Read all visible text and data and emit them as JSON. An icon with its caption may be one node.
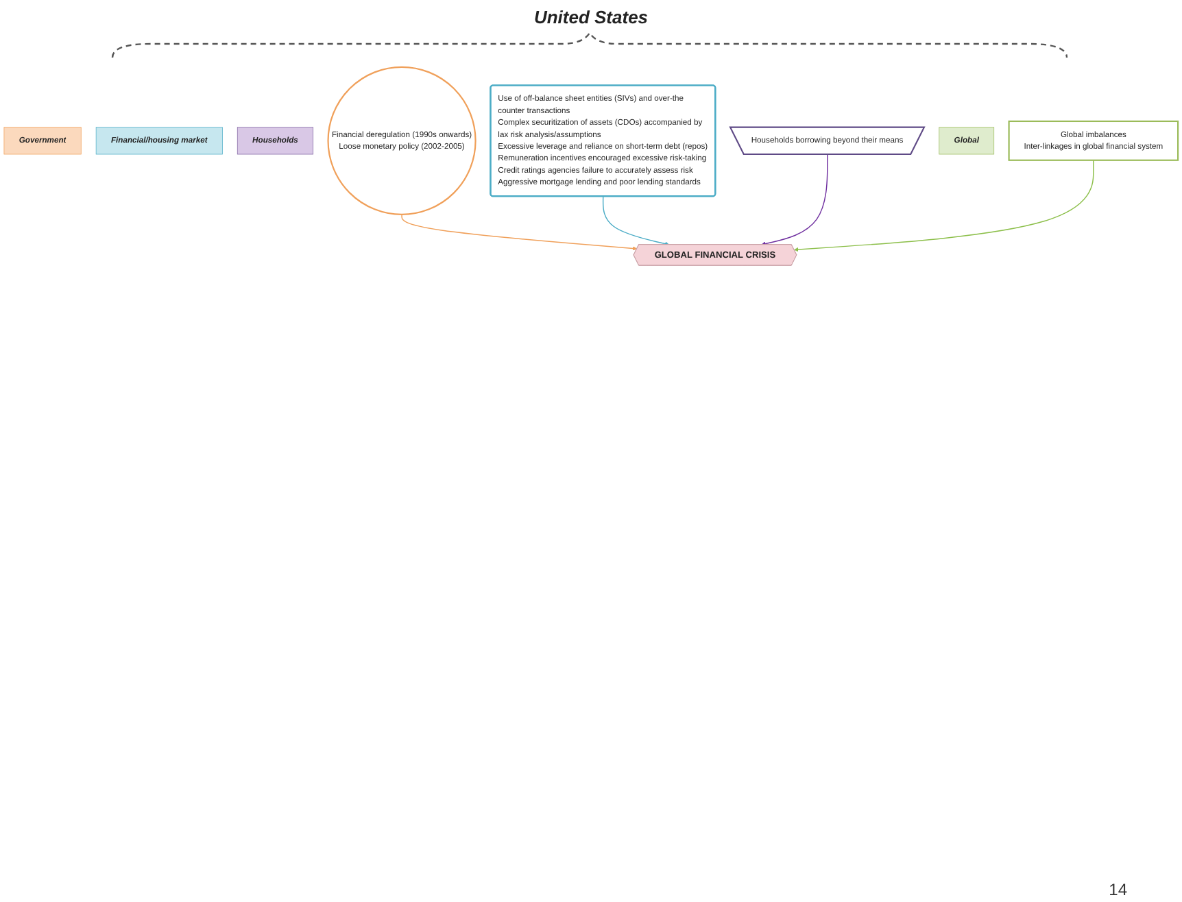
{
  "diagram": {
    "nodes": [
      {
        "text": [
          "Government"
        ]
      },
      {
        "text": [
          "Financial/housing market"
        ]
      },
      {
        "text": [
          "Households"
        ]
      },
      {
        "text": [
          "Financial deregulation (1990s onwards)",
          "Loose monetary policy (2002-2005)"
        ]
      },
      {
        "text": [
          "Use of off-balance sheet entities (SIVs) and over-the counter transactions",
          "Complex securitization of assets (CDOs) accompanied by lax risk analysis/assumptions",
          "Excessive leverage and reliance on short-term debt (repos)",
          "Remuneration incentives encouraged excessive risk-taking",
          "Credit ratings agencies failure to accurately assess risk",
          "Aggressive mortgage lending and poor lending standards"
        ]
      },
      {
        "text": [
          "Households borrowing beyond their means"
        ]
      },
      {
        "text": [
          "Global"
        ]
      },
      {
        "text": [
          "Global imbalances",
          "Inter-linkages in global financial system"
        ]
      },
      {
        "text": [
          "GLOBAL FINANCIAL CRISIS"
        ]
      }
    ],
    "edges": [
      {
        "from": 3,
        "to": 8,
        "arrow": "to",
        "color": "#f0a05a"
      },
      {
        "from": 4,
        "to": 8,
        "arrow": "to",
        "color": "#4bacc6"
      },
      {
        "from": 5,
        "to": 8,
        "arrow": "to",
        "color": "#7030a0"
      },
      {
        "from": 7,
        "to": 8,
        "arrow": "to",
        "color": "#8cbf4a"
      }
    ],
    "labels": [
      "United States",
      "14"
    ]
  }
}
